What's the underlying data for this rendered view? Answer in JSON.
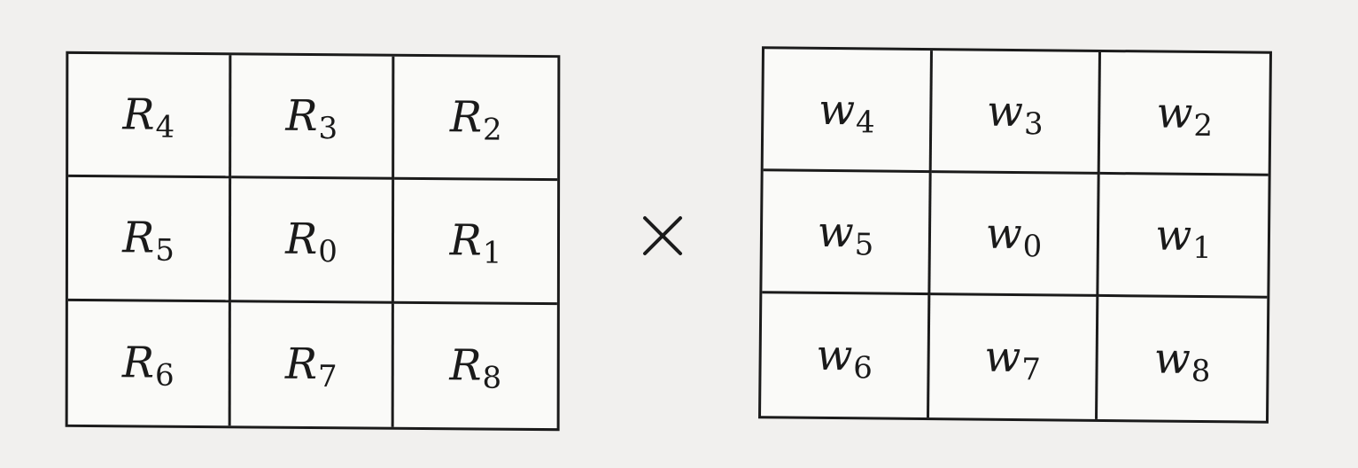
{
  "left_matrix": {
    "cells": [
      {
        "symbol": "R",
        "subscript": "4"
      },
      {
        "symbol": "R",
        "subscript": "3"
      },
      {
        "symbol": "R",
        "subscript": "2"
      },
      {
        "symbol": "R",
        "subscript": "5"
      },
      {
        "symbol": "R",
        "subscript": "0"
      },
      {
        "symbol": "R",
        "subscript": "1"
      },
      {
        "symbol": "R",
        "subscript": "6"
      },
      {
        "symbol": "R",
        "subscript": "7"
      },
      {
        "symbol": "R",
        "subscript": "8"
      }
    ]
  },
  "operator": {
    "icon": "multiplication-sign-icon"
  },
  "right_matrix": {
    "cells": [
      {
        "symbol": "w",
        "subscript": "4"
      },
      {
        "symbol": "w",
        "subscript": "3"
      },
      {
        "symbol": "w",
        "subscript": "2"
      },
      {
        "symbol": "w",
        "subscript": "5"
      },
      {
        "symbol": "w",
        "subscript": "0"
      },
      {
        "symbol": "w",
        "subscript": "1"
      },
      {
        "symbol": "w",
        "subscript": "6"
      },
      {
        "symbol": "w",
        "subscript": "7"
      },
      {
        "symbol": "w",
        "subscript": "8"
      }
    ]
  }
}
